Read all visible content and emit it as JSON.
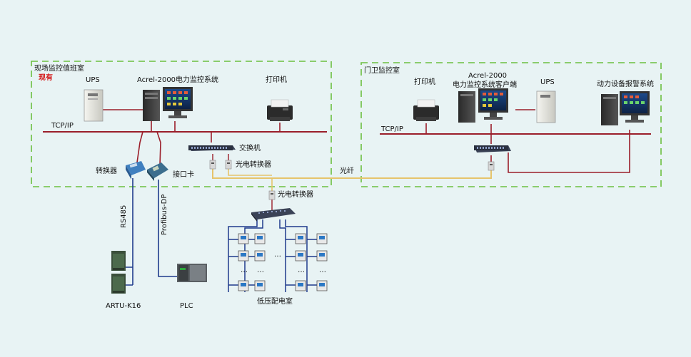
{
  "rooms": {
    "site": {
      "title": "现场监控值班室",
      "tag": "现有"
    },
    "gate": {
      "title": "门卫监控室"
    }
  },
  "labels": {
    "ups_left": "UPS",
    "server_left": "Acrel-2000电力监控系统",
    "printer_left": "打印机",
    "tcpip_left": "TCP/IP",
    "switch_left": "交换机",
    "converter_box": "转换器",
    "interface_card": "接口卡",
    "optical_converter_left": "光电转换器",
    "fiber": "光纤",
    "optical_converter_mid": "光电转换器",
    "rs485": "RS485",
    "profibus": "Profibus-DP",
    "artu": "ARTU-K16",
    "plc": "PLC",
    "lv_room": "低压配电室",
    "printer_right": "打印机",
    "client_line1": "Acrel-2000",
    "client_line2": "电力监控系统客户端",
    "ups_right": "UPS",
    "alarm_system": "动力设备报警系统",
    "tcpip_right": "TCP/IP",
    "ellipsis": "…"
  },
  "colors": {
    "background": "#e8f3f4",
    "room_border": "#6bbf3f",
    "ethernet": "#9b1e2a",
    "fiber": "#e6c46b",
    "bus": "#1f3b8c"
  }
}
